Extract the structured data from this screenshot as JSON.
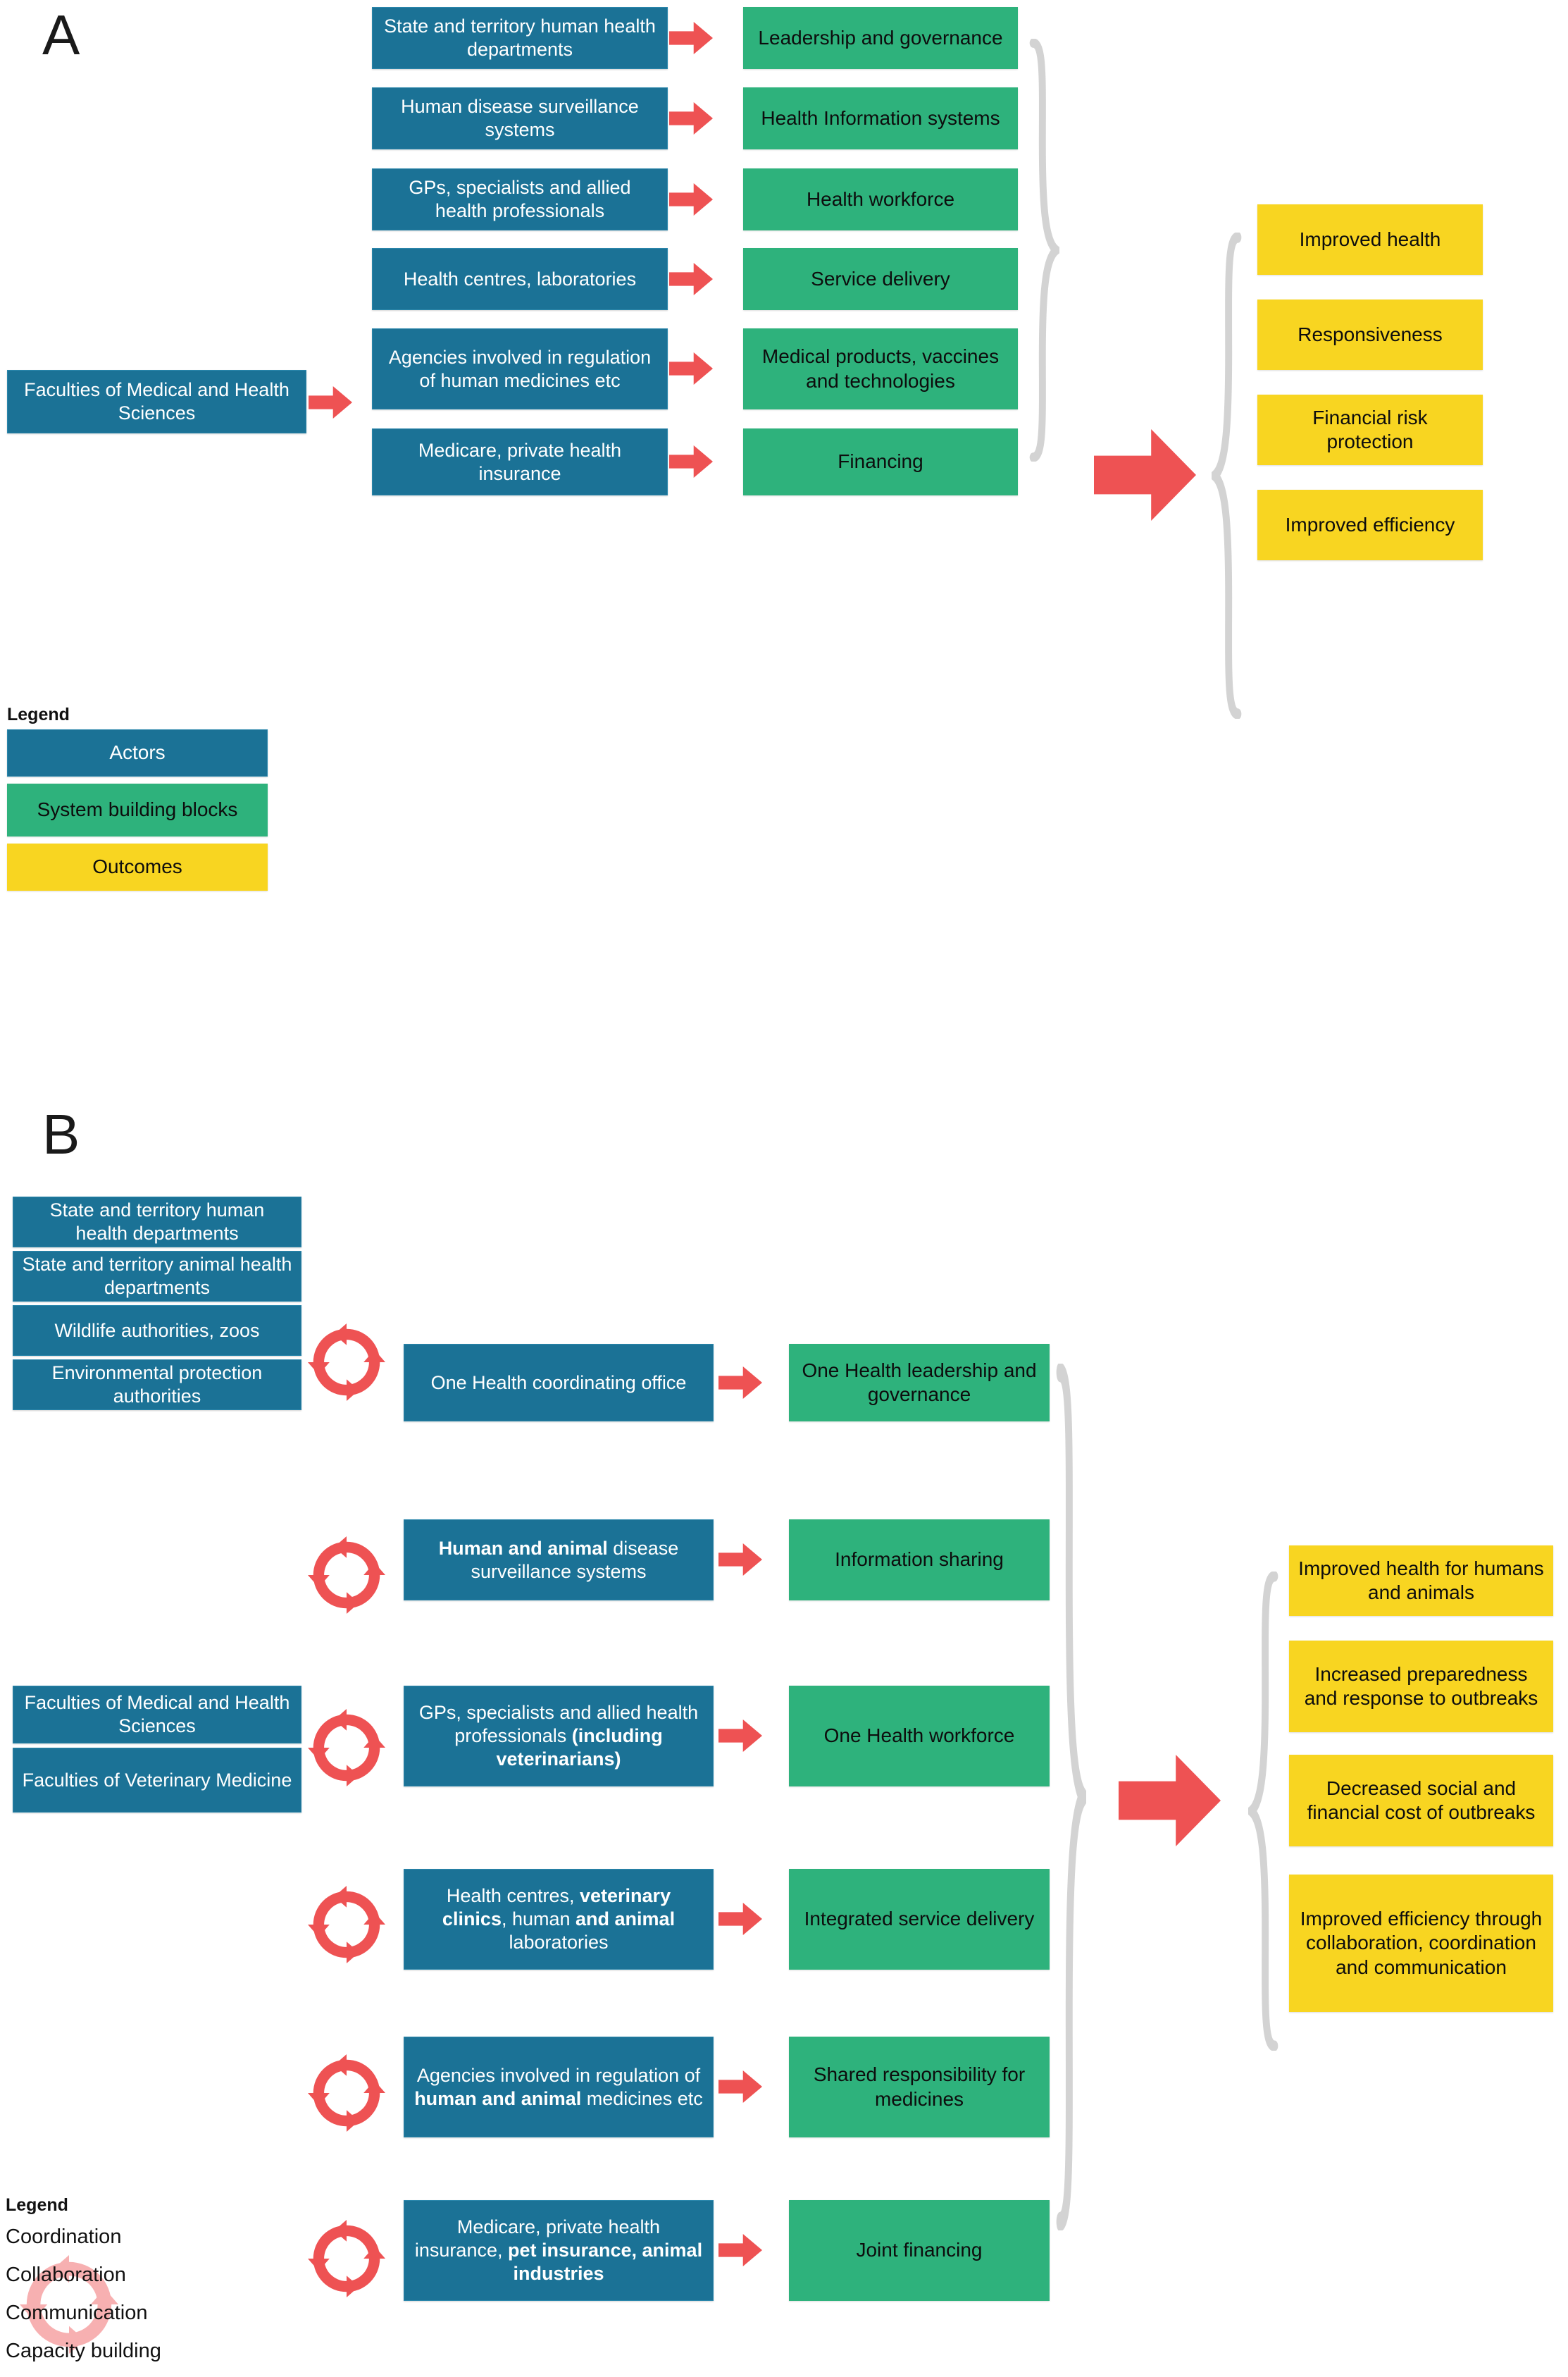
{
  "colors": {
    "actors_blue": "#1B7296",
    "building_block_green": "#2EB27C",
    "outcome_yellow": "#F8D521",
    "arrow_red": "#EE5253",
    "brace_grey": "#D3D3D3"
  },
  "panelA": {
    "letter": "A",
    "actors_left": [
      {
        "text": "Faculties of Medical and Health Sciences"
      }
    ],
    "actors": [
      {
        "text": "State and territory human health departments"
      },
      {
        "text": "Human disease surveillance systems"
      },
      {
        "text": "GPs, specialists and allied health professionals"
      },
      {
        "text": "Health centres, laboratories"
      },
      {
        "text": "Agencies involved in regulation of human medicines etc"
      },
      {
        "text": "Medicare, private health insurance"
      }
    ],
    "building_blocks": [
      {
        "text": "Leadership and governance"
      },
      {
        "text": "Health Information systems"
      },
      {
        "text": "Health workforce"
      },
      {
        "text": "Service delivery"
      },
      {
        "text": "Medical products, vaccines and technologies"
      },
      {
        "text": "Financing"
      }
    ],
    "outcomes": [
      {
        "text": "Improved health"
      },
      {
        "text": "Responsiveness"
      },
      {
        "text": "Financial risk protection"
      },
      {
        "text": "Improved efficiency"
      }
    ],
    "legend": {
      "title": "Legend",
      "items": [
        {
          "label": "Actors",
          "color": "#1B7296"
        },
        {
          "label": "System building blocks",
          "color": "#2EB27C"
        },
        {
          "label": "Outcomes",
          "color": "#F8D521"
        }
      ]
    }
  },
  "panelB": {
    "letter": "B",
    "actors_left_group1": [
      {
        "text": "State and territory human health departments"
      },
      {
        "text": "State and territory animal health departments"
      },
      {
        "text": "Wildlife authorities, zoos"
      },
      {
        "text": "Environmental protection authorities"
      }
    ],
    "actors_left_group2": [
      {
        "text": "Faculties of Medical and Health Sciences"
      },
      {
        "text": "Faculties of Veterinary Medicine"
      }
    ],
    "actors": [
      {
        "html": "One Health coordinating office"
      },
      {
        "html": "<b>Human and animal</b> disease surveillance systems"
      },
      {
        "html": "GPs, specialists and allied health professionals <b>(including veterinarians)</b>"
      },
      {
        "html": "Health centres, <b>veterinary clinics</b>, human <b>and animal</b> laboratories"
      },
      {
        "html": "Agencies involved in regulation of <b>human and animal</b> medicines etc"
      },
      {
        "html": "Medicare, private health insurance, <b>pet insurance, animal industries</b>"
      }
    ],
    "building_blocks": [
      {
        "text": "One Health leadership and governance"
      },
      {
        "text": "Information sharing"
      },
      {
        "text": "One Health workforce"
      },
      {
        "text": "Integrated service delivery"
      },
      {
        "text": "Shared responsibility for medicines"
      },
      {
        "text": "Joint financing"
      }
    ],
    "outcomes": [
      {
        "text": "Improved health for humans and animals"
      },
      {
        "text": "Increased preparedness and response to outbreaks"
      },
      {
        "text": "Decreased social and financial cost of outbreaks"
      },
      {
        "text": "Improved efficiency through collaboration, coordination and communication"
      }
    ],
    "legend": {
      "title": "Legend",
      "lines": [
        "Coordination",
        "Collaboration",
        "Communication",
        "Capacity building"
      ]
    }
  }
}
